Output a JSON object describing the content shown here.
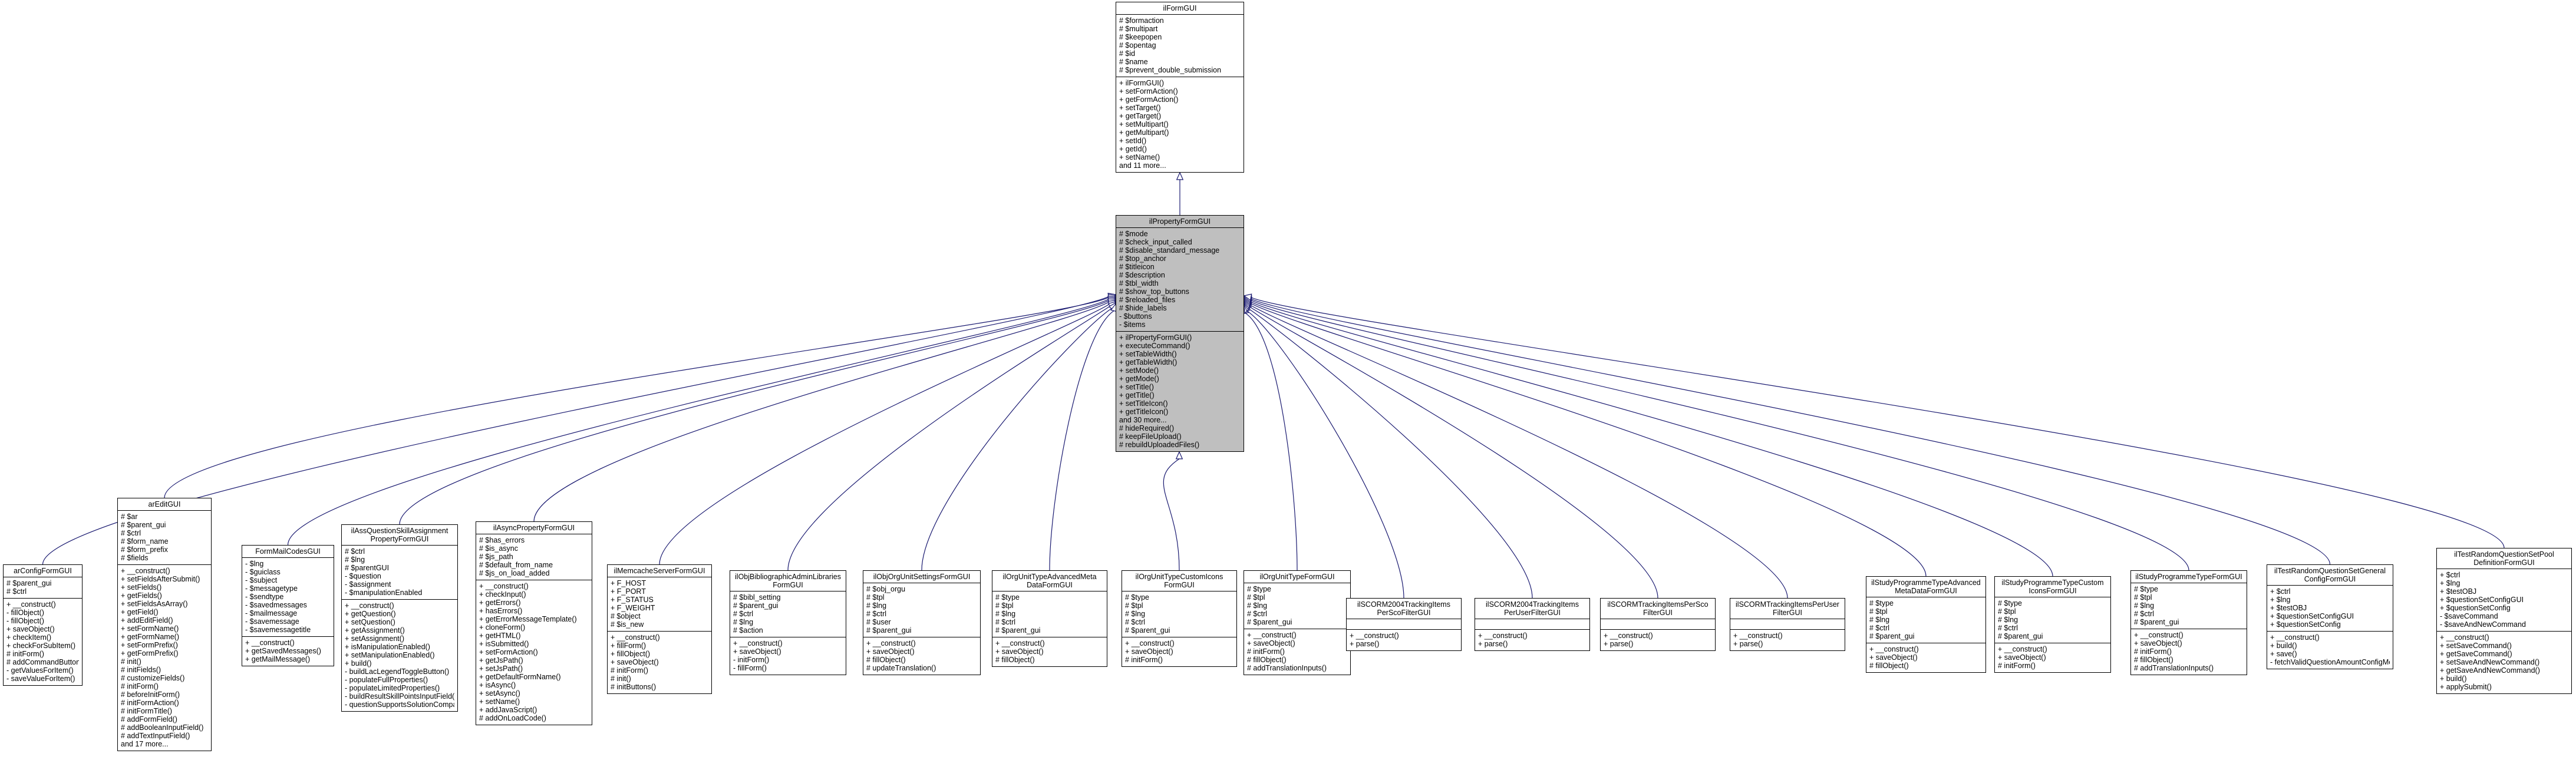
{
  "classes": [
    {
      "id": "ilFormGUI",
      "title": "ilFormGUI",
      "attrs": [
        "# $formaction",
        "# $multipart",
        "# $keepopen",
        "# $opentag",
        "# $id",
        "# $name",
        "# $prevent_double_submission"
      ],
      "methods": [
        "+ ilFormGUI()",
        "+ setFormAction()",
        "+ getFormAction()",
        "+ setTarget()",
        "+ getTarget()",
        "+ setMultipart()",
        "+ getMultipart()",
        "+ setId()",
        "+ getId()",
        "+ setName()",
        "and 11 more..."
      ]
    },
    {
      "id": "ilPropertyFormGUI",
      "title": "ilPropertyFormGUI",
      "attrs": [
        "# $mode",
        "# $check_input_called",
        "# $disable_standard_message",
        "# $top_anchor",
        "# $titleicon",
        "# $description",
        "# $tbl_width",
        "# $show_top_buttons",
        "# $reloaded_files",
        "# $hide_labels",
        "- $buttons",
        "- $items"
      ],
      "methods": [
        "+ ilPropertyFormGUI()",
        "+ executeCommand()",
        "+ setTableWidth()",
        "+ getTableWidth()",
        "+ setMode()",
        "+ getMode()",
        "+ setTitle()",
        "+ getTitle()",
        "+ setTitleIcon()",
        "+ getTitleIcon()",
        "and 30 more...",
        "# hideRequired()",
        "# keepFileUpload()",
        "# rebuildUploadedFiles()"
      ]
    },
    {
      "id": "arConfigFormGUI",
      "title": "arConfigFormGUI",
      "attrs": [
        "# $parent_gui",
        "# $ctrl"
      ],
      "methods": [
        "+ __construct()",
        "- fillObject()",
        "- fillObject()",
        "+ saveObject()",
        "+ checkItem()",
        "+ checkForSubItem()",
        "# initForm()",
        "# addCommandButtons()",
        "- getValuesForItem()",
        "- saveValueForItem()"
      ]
    },
    {
      "id": "arEditGUI",
      "title": "arEditGUI",
      "attrs": [
        "# $ar",
        "# $parent_gui",
        "# $ctrl",
        "# $form_name",
        "# $form_prefix",
        "# $fields"
      ],
      "methods": [
        "+ __construct()",
        "+ setFieldsAfterSubmit()",
        "+ setFields()",
        "+ getFields()",
        "+ setFieldsAsArray()",
        "+ getField()",
        "+ addEditField()",
        "+ setFormName()",
        "+ getFormName()",
        "+ setFormPrefix()",
        "+ getFormPrefix()",
        "# init()",
        "# initFields()",
        "# customizeFields()",
        "# initForm()",
        "# beforeInitForm()",
        "# initFormAction()",
        "# initFormTitle()",
        "# addFormField()",
        "# addBooleanInputField()",
        "# addTextInputField()",
        "and 17 more..."
      ]
    },
    {
      "id": "FormMailCodesGUI",
      "title": "FormMailCodesGUI",
      "attrs": [
        "- $lng",
        "- $guiclass",
        "- $subject",
        "- $messagetype",
        "- $sendtype",
        "- $savedmessages",
        "- $mailmessage",
        "- $savemessage",
        "- $savemessagetitle"
      ],
      "methods": [
        "+ __construct()",
        "+ getSavedMessages()",
        "+ getMailMessage()"
      ]
    },
    {
      "id": "ilAssQuestionSkillAssignmentPropertyFormGUI",
      "title": "ilAssQuestionSkillAssignment\nPropertyFormGUI",
      "attrs": [
        "# $ctrl",
        "# $lng",
        "# $parentGUI",
        "- $question",
        "- $assignment",
        "- $manipulationEnabled"
      ],
      "methods": [
        "+ __construct()",
        "+ getQuestion()",
        "+ setQuestion()",
        "+ getAssignment()",
        "+ setAssignment()",
        "+ isManipulationEnabled()",
        "+ setManipulationEnabled()",
        "+ build()",
        "- buildLacLegendToggleButton()",
        "- populateFullProperties()",
        "- populateLimitedProperties()",
        "- buildResultSkillPointsInputField()",
        "- questionSupportsSolutionCompare()"
      ]
    },
    {
      "id": "ilAsyncPropertyFormGUI",
      "title": "ilAsyncPropertyFormGUI",
      "attrs": [
        "# $has_errors",
        "# $is_async",
        "# $js_path",
        "# $default_from_name",
        "# $js_on_load_added"
      ],
      "methods": [
        "+ __construct()",
        "+ checkInput()",
        "+ getErrors()",
        "+ hasErrors()",
        "+ getErrorMessageTemplate()",
        "+ cloneForm()",
        "+ getHTML()",
        "+ isSubmitted()",
        "+ setFormAction()",
        "+ getJsPath()",
        "+ setJsPath()",
        "+ getDefaultFormName()",
        "+ isAsync()",
        "+ setAsync()",
        "+ setName()",
        "+ addJavaScript()",
        "# addOnLoadCode()"
      ]
    },
    {
      "id": "ilMemcacheServerFormGUI",
      "title": "ilMemcacheServerFormGUI",
      "attrs": [
        "+ F_HOST",
        "+ F_PORT",
        "+ F_STATUS",
        "+ F_WEIGHT",
        "# $object",
        "# $is_new"
      ],
      "methods": [
        "+ __construct()",
        "+ fillForm()",
        "+ fillObject()",
        "+ saveObject()",
        "# initForm()",
        "# init()",
        "# initButtons()"
      ]
    },
    {
      "id": "ilObjBibliographicAdminLibrariesFormGUI",
      "title": "ilObjBibliographicAdminLibraries\nFormGUI",
      "attrs": [
        "# $bibl_setting",
        "# $parent_gui",
        "# $ctrl",
        "# $lng",
        "# $action"
      ],
      "methods": [
        "+ __construct()",
        "+ saveObject()",
        "- initForm()",
        "- fillForm()"
      ]
    },
    {
      "id": "ilObjOrgUnitSettingsFormGUI",
      "title": "ilObjOrgUnitSettingsFormGUI",
      "attrs": [
        "# $obj_orgu",
        "# $tpl",
        "# $lng",
        "# $ctrl",
        "# $user",
        "# $parent_gui"
      ],
      "methods": [
        "+ __construct()",
        "+ saveObject()",
        "# fillObject()",
        "# updateTranslation()"
      ]
    },
    {
      "id": "ilOrgUnitTypeAdvancedMetaDataFormGUI",
      "title": "ilOrgUnitTypeAdvancedMeta\nDataFormGUI",
      "attrs": [
        "# $type",
        "# $tpl",
        "# $lng",
        "# $ctrl",
        "# $parent_gui"
      ],
      "methods": [
        "+ __construct()",
        "+ saveObject()",
        "# fillObject()"
      ]
    },
    {
      "id": "ilOrgUnitTypeCustomIconsFormGUI",
      "title": "ilOrgUnitTypeCustomIcons\nFormGUI",
      "attrs": [
        "# $type",
        "# $tpl",
        "# $lng",
        "# $ctrl",
        "# $parent_gui"
      ],
      "methods": [
        "+ __construct()",
        "+ saveObject()",
        "# initForm()"
      ]
    },
    {
      "id": "ilOrgUnitTypeFormGUI",
      "title": "ilOrgUnitTypeFormGUI",
      "attrs": [
        "# $type",
        "# $tpl",
        "# $lng",
        "# $ctrl",
        "# $parent_gui"
      ],
      "methods": [
        "+ __construct()",
        "+ saveObject()",
        "# initForm()",
        "# fillObject()",
        "# addTranslationInputs()"
      ]
    },
    {
      "id": "ilSCORM2004TrackingItemsPerScoFilterGUI",
      "title": "ilSCORM2004TrackingItems\nPerScoFilterGUI",
      "attrs": [],
      "methods": [
        "+ __construct()",
        "+ parse()"
      ]
    },
    {
      "id": "ilSCORM2004TrackingItemsPerUserFilterGUI",
      "title": "ilSCORM2004TrackingItems\nPerUserFilterGUI",
      "attrs": [],
      "methods": [
        "+ __construct()",
        "+ parse()"
      ]
    },
    {
      "id": "ilSCORMTrackingItemsPerScoFilterGUI",
      "title": "ilSCORMTrackingItemsPerSco\nFilterGUI",
      "attrs": [],
      "methods": [
        "+ __construct()",
        "+ parse()"
      ]
    },
    {
      "id": "ilSCORMTrackingItemsPerUserFilterGUI",
      "title": "ilSCORMTrackingItemsPerUser\nFilterGUI",
      "attrs": [],
      "methods": [
        "+ __construct()",
        "+ parse()"
      ]
    },
    {
      "id": "ilStudyProgrammeTypeAdvancedMetaDataFormGUI",
      "title": "ilStudyProgrammeTypeAdvanced\nMetaDataFormGUI",
      "attrs": [
        "# $type",
        "# $tpl",
        "# $lng",
        "# $ctrl",
        "# $parent_gui"
      ],
      "methods": [
        "+ __construct()",
        "+ saveObject()",
        "# fillObject()"
      ]
    },
    {
      "id": "ilStudyProgrammeTypeCustomIconsFormGUI",
      "title": "ilStudyProgrammeTypeCustom\nIconsFormGUI",
      "attrs": [
        "# $type",
        "# $tpl",
        "# $lng",
        "# $ctrl",
        "# $parent_gui"
      ],
      "methods": [
        "+ __construct()",
        "+ saveObject()",
        "# initForm()"
      ]
    },
    {
      "id": "ilStudyProgrammeTypeFormGUI",
      "title": "ilStudyProgrammeTypeFormGUI",
      "attrs": [
        "# $type",
        "# $tpl",
        "# $lng",
        "# $ctrl",
        "# $parent_gui"
      ],
      "methods": [
        "+ __construct()",
        "+ saveObject()",
        "# initForm()",
        "# fillObject()",
        "# addTranslationInputs()"
      ]
    },
    {
      "id": "ilTestRandomQuestionSetGeneralConfigFormGUI",
      "title": "ilTestRandomQuestionSetGeneral\nConfigFormGUI",
      "attrs": [
        "+ $ctrl",
        "+ $lng",
        "+ $testOBJ",
        "+ $questionSetConfigGUI",
        "+ $questionSetConfig"
      ],
      "methods": [
        "+ __construct()",
        "+ build()",
        "+ save()",
        "- fetchValidQuestionAmountConfigModeWithFallbackModePerTest()"
      ]
    },
    {
      "id": "ilTestRandomQuestionSetPoolDefinitionFormGUI",
      "title": "ilTestRandomQuestionSetPool\nDefinitionFormGUI",
      "attrs": [
        "+ $ctrl",
        "+ $lng",
        "+ $testOBJ",
        "+ $questionSetConfigGUI",
        "+ $questionSetConfig",
        "- $saveCommand",
        "- $saveAndNewCommand"
      ],
      "methods": [
        "+ __construct()",
        "+ setSaveCommand()",
        "+ getSaveCommand()",
        "+ setSaveAndNewCommand()",
        "+ getSaveAndNewCommand()",
        "+ build()",
        "+ applySubmit()"
      ]
    }
  ],
  "colors": {
    "edge": "#191970",
    "highlight": "#bfbfbf",
    "border": "#000000"
  }
}
